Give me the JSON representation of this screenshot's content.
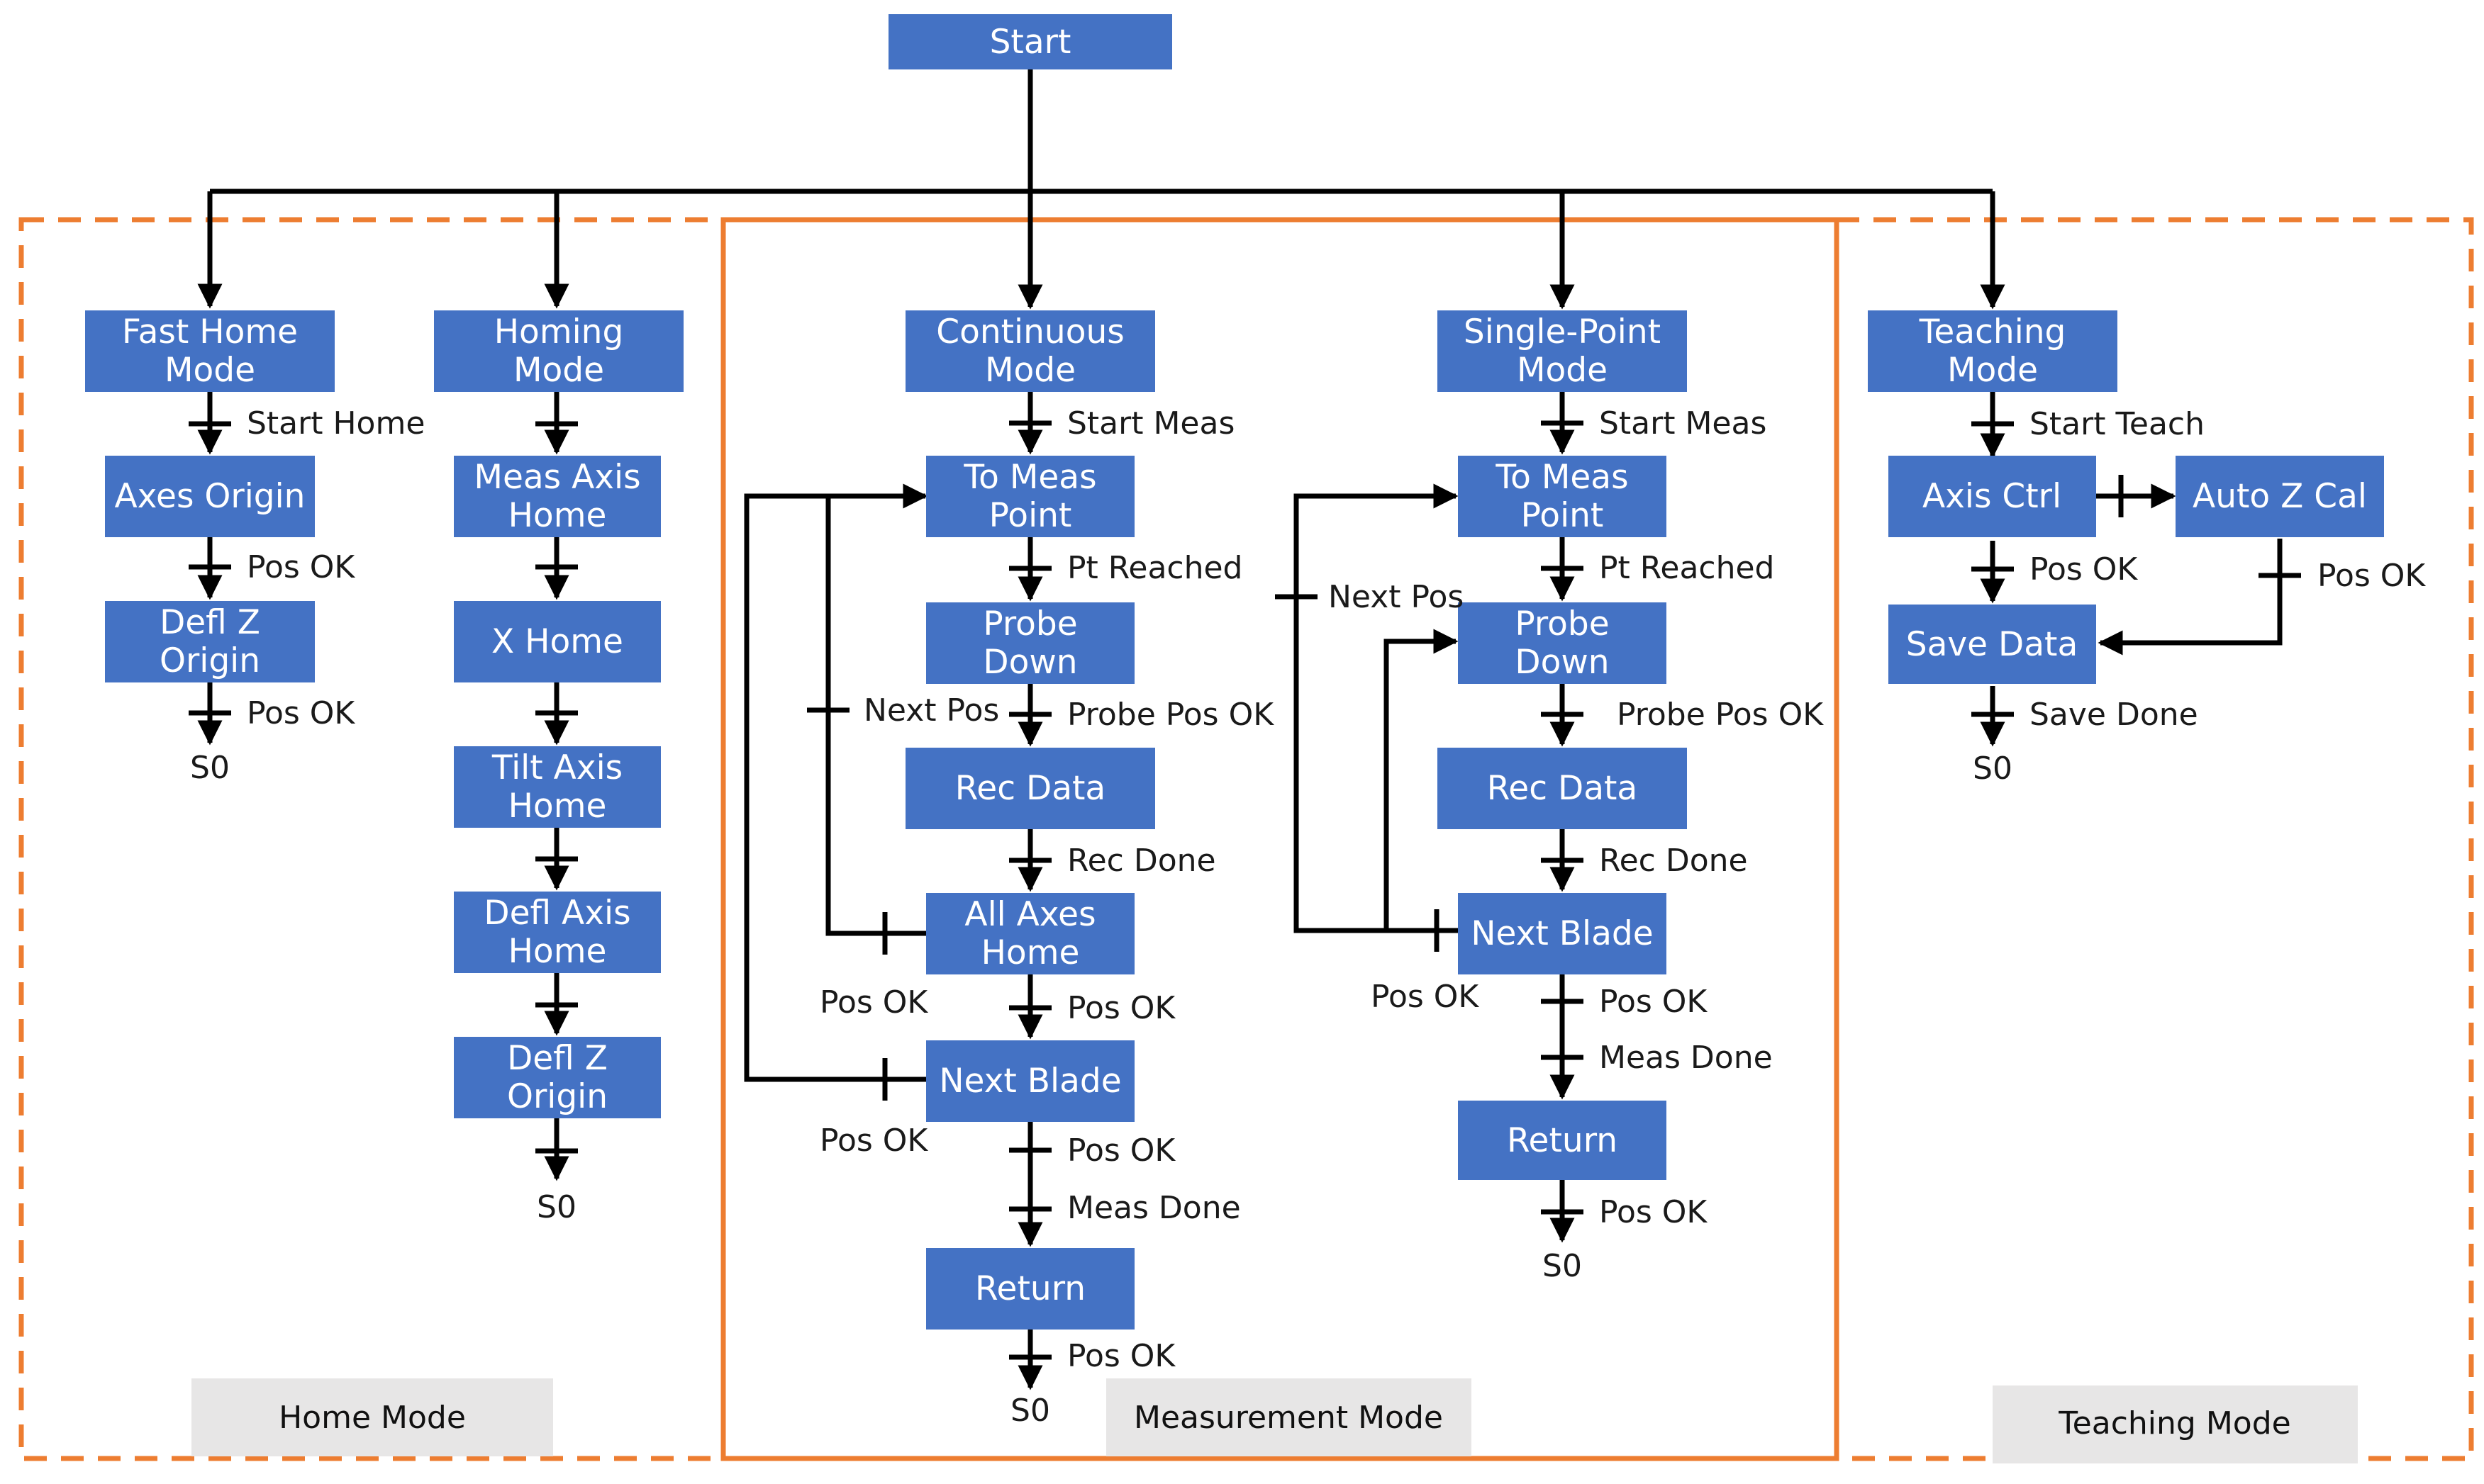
{
  "colors": {
    "box_fill": "#4472C4",
    "box_text": "#FFFFFF",
    "line": "#000000",
    "mode_border": "#ED7D31",
    "mode_label_bg": "#E7E6E6"
  },
  "start": "Start",
  "home": {
    "mode_label": "Home Mode",
    "fast": {
      "mode": [
        "Fast Home",
        "Mode"
      ],
      "start_label": "Start Home",
      "axes_origin": "Axes Origin",
      "pos_ok_1": "Pos OK",
      "defl_z_origin": [
        "Defl Z",
        "Origin"
      ],
      "pos_ok_2": "Pos OK",
      "end": "S0"
    },
    "homing": {
      "mode": [
        "Homing",
        "Mode"
      ],
      "meas_axis_home": [
        "Meas Axis",
        "Home"
      ],
      "x_home": "X Home",
      "tilt_axis_home": [
        "Tilt Axis",
        "Home"
      ],
      "defl_axis_home": [
        "Defl Axis",
        "Home"
      ],
      "defl_z_origin": [
        "Defl Z",
        "Origin"
      ],
      "end": "S0"
    }
  },
  "measurement": {
    "mode_label": "Measurement Mode",
    "continuous": {
      "mode": [
        "Continuous",
        "Mode"
      ],
      "start_label": "Start Meas",
      "to_meas_point": [
        "To Meas",
        "Point"
      ],
      "pt_reached": "Pt Reached",
      "probe_down": [
        "Probe",
        "Down"
      ],
      "next_pos": "Next Pos",
      "probe_pos_ok": "Probe Pos OK",
      "rec_data": "Rec Data",
      "rec_done": "Rec Done",
      "all_axes_home": [
        "All Axes",
        "Home"
      ],
      "pos_ok_left_1": "Pos OK",
      "pos_ok_1": "Pos OK",
      "next_blade": "Next Blade",
      "pos_ok_left_2": "Pos OK",
      "pos_ok_2": "Pos OK",
      "meas_done": "Meas Done",
      "return": "Return",
      "pos_ok_3": "Pos OK",
      "end": "S0"
    },
    "single": {
      "mode": [
        "Single-Point",
        "Mode"
      ],
      "start_label": "Start Meas",
      "to_meas_point": [
        "To Meas",
        "Point"
      ],
      "pt_reached": "Pt Reached",
      "next_pos": "Next Pos",
      "probe_down": [
        "Probe",
        "Down"
      ],
      "probe_pos_ok": "Probe Pos OK",
      "rec_data": "Rec Data",
      "rec_done": "Rec Done",
      "next_blade": "Next Blade",
      "pos_ok_left": "Pos OK",
      "pos_ok_1": "Pos OK",
      "meas_done": "Meas Done",
      "return": "Return",
      "pos_ok_2": "Pos OK",
      "end": "S0"
    }
  },
  "teaching": {
    "mode_label": "Teaching Mode",
    "mode": [
      "Teaching",
      "Mode"
    ],
    "start_label": "Start Teach",
    "axis_ctrl": "Axis Ctrl",
    "auto_z_cal": "Auto Z Cal",
    "pos_ok_1": "Pos OK",
    "pos_ok_2": "Pos OK",
    "save_data": "Save Data",
    "save_done": "Save Done",
    "end": "S0"
  }
}
